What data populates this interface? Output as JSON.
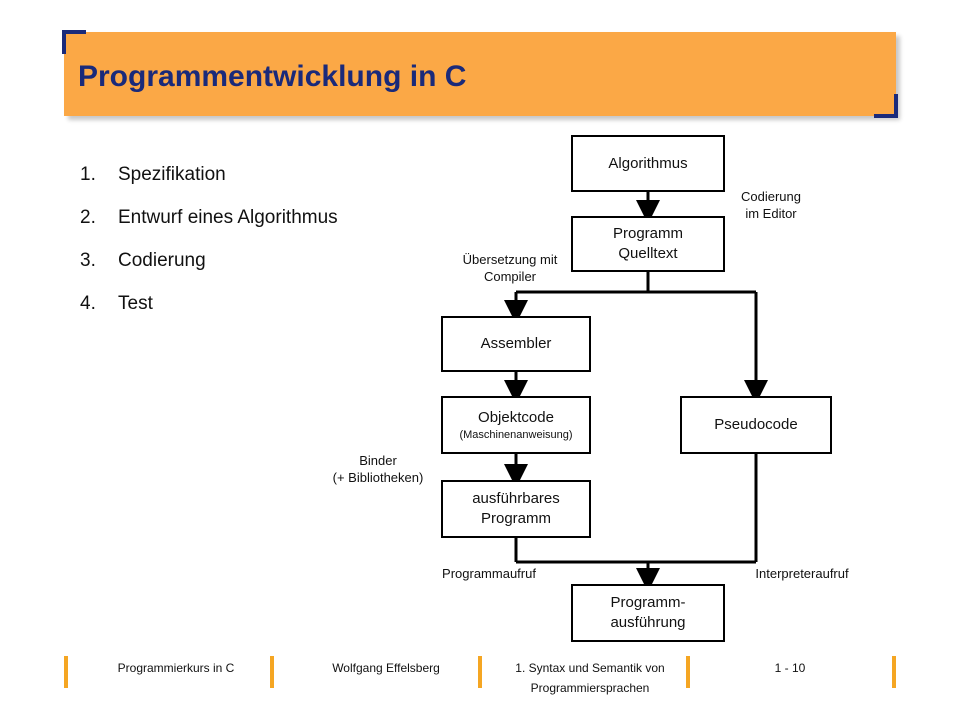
{
  "title": "Programmentwicklung in C",
  "steps": [
    {
      "num": "1.",
      "text": "Spezifikation"
    },
    {
      "num": "2.",
      "text": "Entwurf eines Algorithmus"
    },
    {
      "num": "3.",
      "text": "Codierung"
    },
    {
      "num": "4.",
      "text": "Test"
    }
  ],
  "diagram": {
    "nodes": {
      "algorithmus": "Algorithmus",
      "quelltext_line1": "Programm",
      "quelltext_line2": "Quelltext",
      "assembler": "Assembler",
      "objektcode": "Objektcode",
      "objektcode_sub": "(Maschinenanweisung)",
      "pseudocode": "Pseudocode",
      "ausfuehrbar_line1": "ausführbares",
      "ausfuehrbar_line2": "Programm",
      "ausfuehrung_line1": "Programm-",
      "ausfuehrung_line2": "ausführung"
    },
    "labels": {
      "codierung_line1": "Codierung",
      "codierung_line2": "im Editor",
      "uebersetzung_line1": "Übersetzung mit",
      "uebersetzung_line2": "Compiler",
      "binder_line1": "Binder",
      "binder_line2": "(+ Bibliotheken)",
      "programmaufruf": "Programmaufruf",
      "interpreteraufruf": "Interpreteraufruf"
    }
  },
  "footer": {
    "course": "Programmierkurs in C",
    "author": "Wolfgang Effelsberg",
    "chapter_line1": "1. Syntax und Semantik von",
    "chapter_line2": "Programmiersprachen",
    "page": "1 - 10"
  }
}
